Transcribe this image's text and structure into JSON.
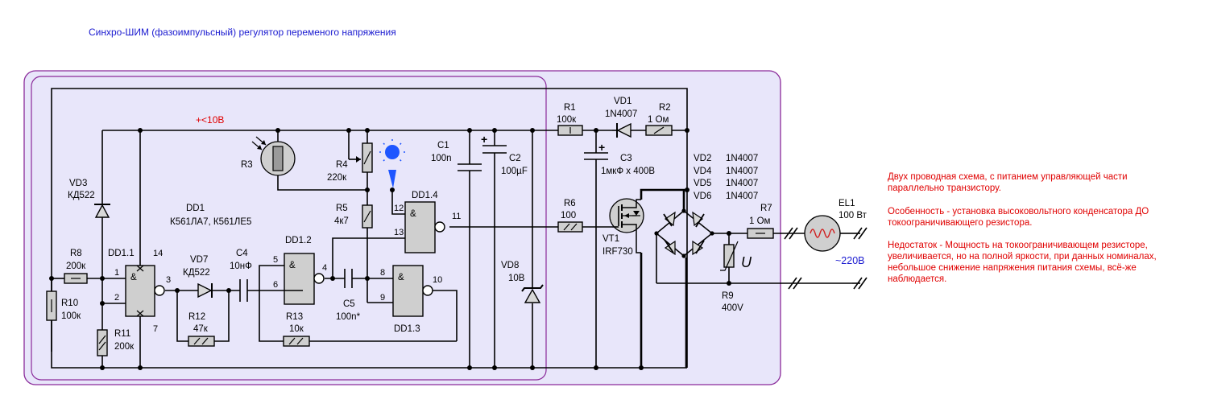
{
  "title": "Синхро-ШИМ (фазоимпульсный) регулятор переменого напряжения",
  "colors": {
    "title": "#1a1ad0",
    "supply": "#e00000",
    "notes": "#e00000",
    "mains": "#1a1ad0",
    "panel_fill": "#e8e6fa",
    "panel_border": "#8a2a9a",
    "led": "#1e56ff"
  },
  "supply_label": "+<10В",
  "mains_label": "~220В",
  "labels": {
    "r1_name": "R1",
    "r1_val": "100к",
    "vd1_name": "VD1",
    "vd1_val": "1N4007",
    "r2_name": "R2",
    "r2_val": "1 Ом",
    "c1_name": "C1",
    "c1_val": "100n",
    "c2_name": "C2",
    "c2_val": "100µF",
    "c3_name": "C3",
    "c3_val": "1мкФ x 400В",
    "r3_name": "R3",
    "r4_name": "R4",
    "r4_val": "220к",
    "r5_name": "R5",
    "r5_val": "4к7",
    "r6_name": "R6",
    "r6_val": "100",
    "r7_name": "R7",
    "r7_val": "1 Ом",
    "r8_name": "R8",
    "r8_val": "200к",
    "r9_name": "R9",
    "r9_val": "400V",
    "r10_name": "R10",
    "r10_val": "100к",
    "r11_name": "R11",
    "r11_val": "200к",
    "r12_name": "R12",
    "r12_val": "47к",
    "r13_name": "R13",
    "r13_val": "10к",
    "c4_name": "C4",
    "c4_val": "10нФ",
    "c5_name": "C5",
    "c5_val": "100n*",
    "vd3_name": "VD3",
    "vd3_val": "КД522",
    "vd7_name": "VD7",
    "vd7_val": "КД522",
    "vd8_name": "VD8",
    "vd8_val": "10В",
    "vt1_name": "VT1",
    "vt1_val": "IRF730",
    "el1_name": "EL1",
    "el1_val": "100 Вт",
    "dd1_name": "DD1",
    "dd1_val": "К561ЛА7, К561ЛЕ5",
    "dd11": "DD1.1",
    "dd12": "DD1.2",
    "dd13": "DD1.3",
    "dd14": "DD1.4",
    "and_sym": "&",
    "varistor_sym": "U",
    "plus": "+",
    "bridge_names": [
      "VD2",
      "VD4",
      "VD5",
      "VD6"
    ],
    "bridge_vals": [
      "1N4007",
      "1N4007",
      "1N4007",
      "1N4007"
    ],
    "pins": {
      "p1": "1",
      "p2": "2",
      "p3": "3",
      "p14": "14",
      "p7": "7",
      "p5": "5",
      "p6": "6",
      "p4": "4",
      "p8": "8",
      "p9": "9",
      "p10": "10",
      "p12": "12",
      "p13": "13",
      "p11": "11"
    }
  },
  "notes": [
    "Двух проводная схема, с питанием управляющей части параллельно транзистору.",
    "Особенность - установка высоковольтного конденсатора ДО токоограничивающего резистора.",
    "Недостаток - Мощность на токоограничивающем резисторе, увеличивается, но на полной яркости, при данных номиналах, небольшое снижение напряжения питания схемы, всё-же наблюдается."
  ]
}
